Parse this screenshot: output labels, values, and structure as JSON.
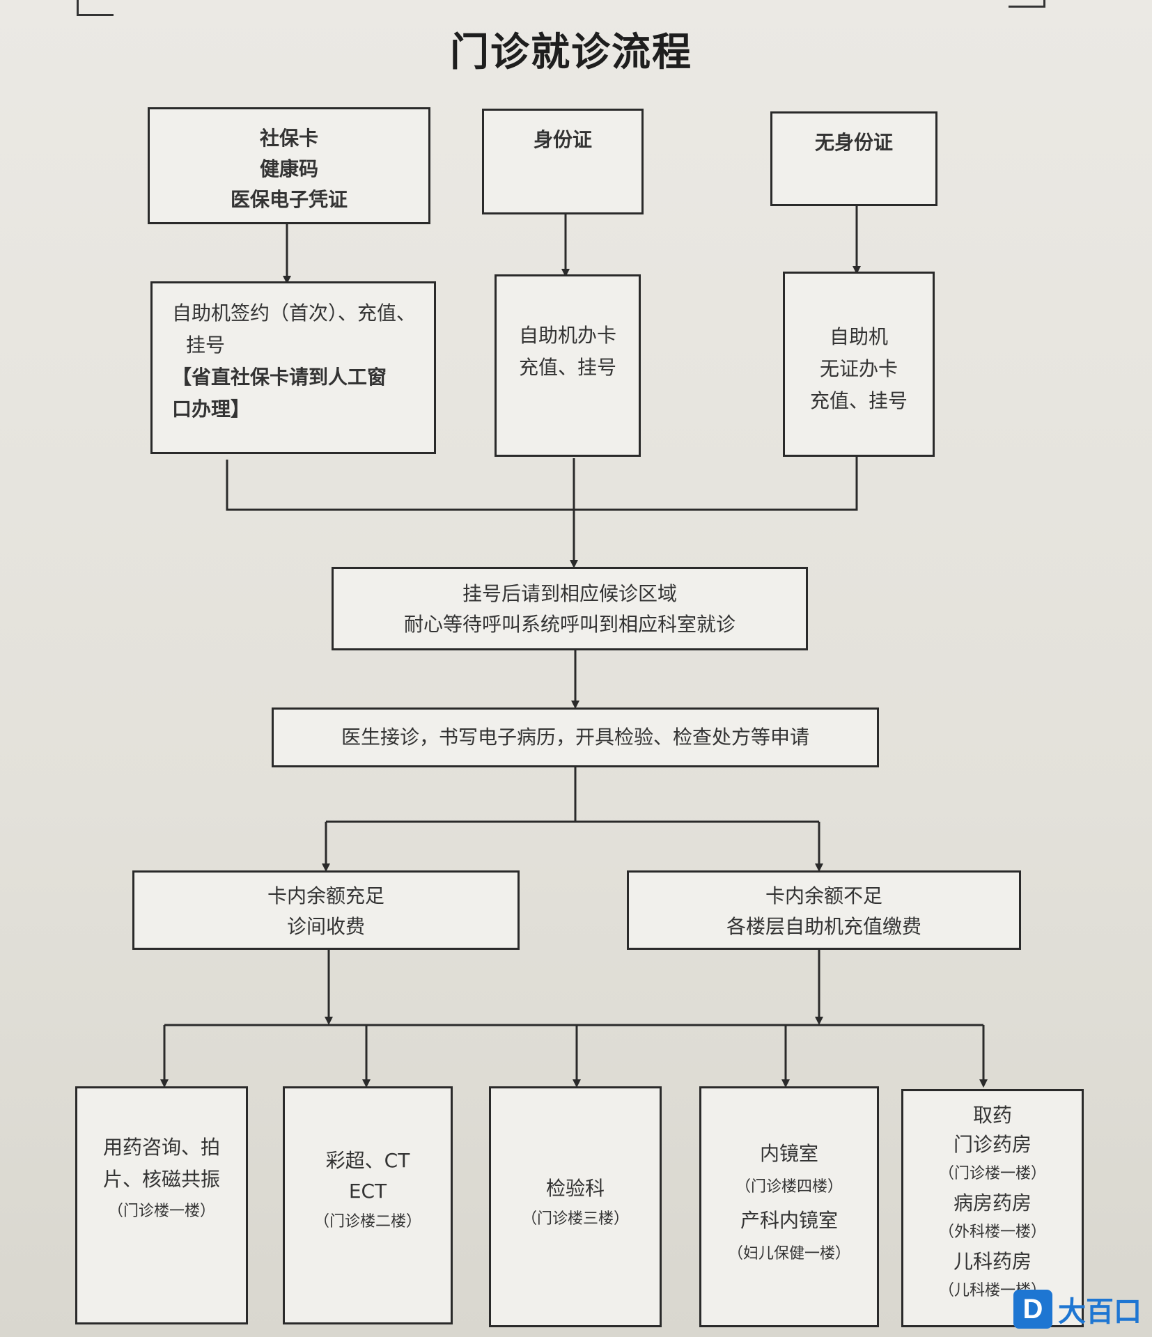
{
  "title": "门诊就诊流程",
  "row1": [
    {
      "lines": [
        "社保卡",
        "健康码",
        "医保电子凭证"
      ]
    },
    {
      "lines": [
        "身份证"
      ]
    },
    {
      "lines": [
        "无身份证"
      ]
    }
  ],
  "row2": [
    {
      "lines": [
        "自助机签约（首次）、充值、",
        "挂号",
        "【省直社保卡请到人工窗",
        "口办理】"
      ]
    },
    {
      "lines": [
        "自助机办卡",
        "充值、挂号"
      ]
    },
    {
      "lines": [
        "自助机",
        "无证办卡",
        "充值、挂号"
      ]
    }
  ],
  "step_wait": {
    "lines": [
      "挂号后请到相应候诊区域",
      "耐心等待呼叫系统呼叫到相应科室就诊"
    ]
  },
  "step_doctor": {
    "lines": [
      "医生接诊，书写电子病历，开具检验、检查处方等申请"
    ]
  },
  "balance": [
    {
      "lines": [
        "卡内余额充足",
        "诊间收费"
      ]
    },
    {
      "lines": [
        "卡内余额不足",
        "各楼层自助机充值缴费"
      ]
    }
  ],
  "departments": [
    {
      "lines": [
        "用药咨询、拍",
        "片、核磁共振",
        "（门诊楼一楼）"
      ]
    },
    {
      "lines": [
        "彩超、CT",
        "ECT",
        "（门诊楼二楼）"
      ]
    },
    {
      "lines": [
        "检验科",
        "（门诊楼三楼）"
      ]
    },
    {
      "lines": [
        "内镜室",
        "（门诊楼四楼）",
        "产科内镜室",
        "（妇儿保健一楼）"
      ]
    },
    {
      "lines": [
        "取药",
        "门诊药房",
        "（门诊楼一楼）",
        "病房药房",
        "（外科楼一楼）",
        "儿科药房",
        "（儿科楼一楼）"
      ]
    }
  ],
  "watermark": {
    "icon": "D",
    "text": "大百口"
  }
}
